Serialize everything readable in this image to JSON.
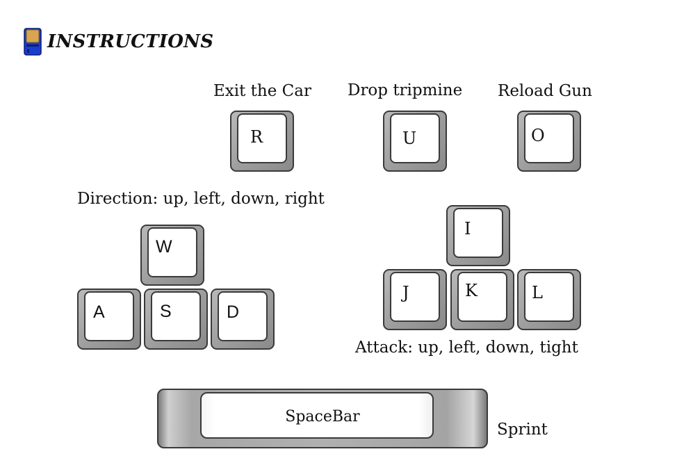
{
  "header": {
    "title": "INSTRUCTIONS",
    "icon": "floppy-disk-icon",
    "icon_colors": {
      "body": "#1a3ccf",
      "label": "#d8a550"
    }
  },
  "actions": {
    "exit_car": {
      "label": "Exit the Car",
      "key": "R"
    },
    "drop_tripmine": {
      "label": "Drop tripmine",
      "key": "U"
    },
    "reload_gun": {
      "label": "Reload Gun",
      "key": "O"
    }
  },
  "direction": {
    "label": "Direction: up, left, down, right",
    "keys": {
      "up": "W",
      "left": "A",
      "down": "S",
      "right": "D"
    }
  },
  "attack": {
    "label": "Attack: up, left, down, tight",
    "keys": {
      "up": "I",
      "left": "J",
      "down": "K",
      "right": "L"
    }
  },
  "sprint": {
    "key": "SpaceBar",
    "label": "Sprint"
  }
}
